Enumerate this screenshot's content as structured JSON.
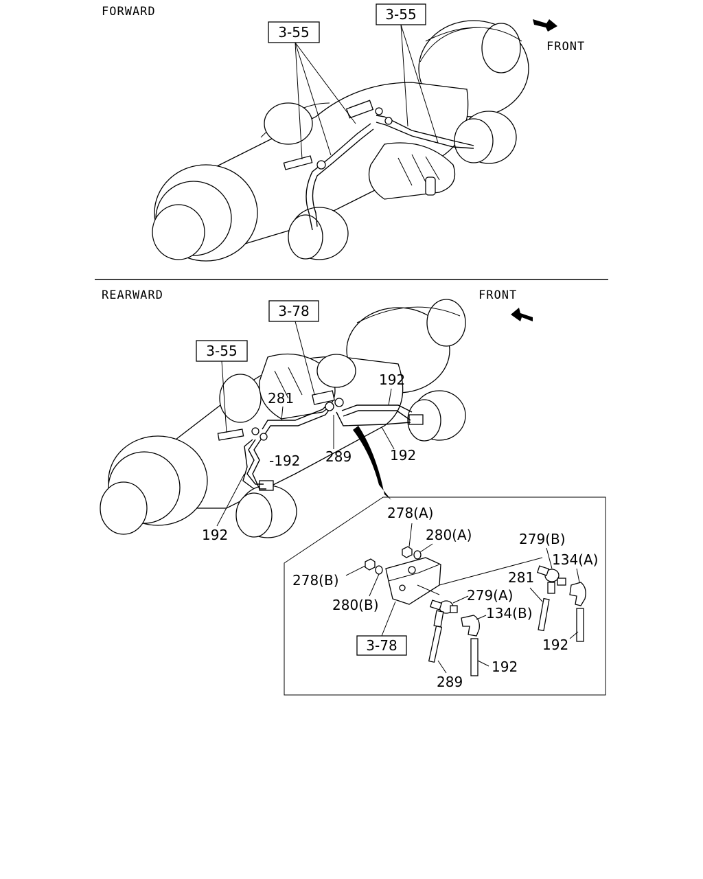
{
  "sections": {
    "forward": "FORWARD",
    "rearward": "REARWARD"
  },
  "front_labels": [
    "FRONT",
    "FRONT"
  ],
  "refs": {
    "fwd_ref_a": "3-55",
    "fwd_ref_b": "3-55",
    "rear_ref_a": "3-78",
    "rear_ref_b": "3-55",
    "detail_ref": "3-78"
  },
  "callouts": {
    "p192_a": "192",
    "p281_a": "281",
    "p289_a": "289",
    "p192_b": "192",
    "p192_c": "-192",
    "p192_d": "192",
    "p278a": "278(A)",
    "p280a": "280(A)",
    "p279b": "279(B)",
    "p134a": "134(A)",
    "p278b": "278(B)",
    "p281_b": "281",
    "p279a": "279(A)",
    "p280b": "280(B)",
    "p134b": "134(B)",
    "p192_e": "192",
    "p192_f": "192",
    "p289_b": "289"
  }
}
